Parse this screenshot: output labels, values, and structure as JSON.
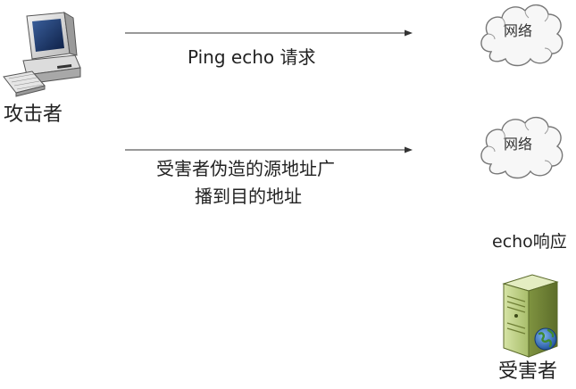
{
  "attacker": {
    "label": "攻击者",
    "icon": "computer-icon"
  },
  "ping_arrow": {
    "label": "Ping echo 请求"
  },
  "spoof_arrow": {
    "line1": "受害者伪造的源地址广",
    "line2": "播到目的地址"
  },
  "network_top": {
    "label": "网络",
    "icon": "cloud-icon"
  },
  "network_bottom": {
    "label": "网络",
    "icon": "cloud-icon"
  },
  "echo_response": {
    "label": "echo响应"
  },
  "victim": {
    "label": "受害者",
    "icon": "server-icon"
  }
}
